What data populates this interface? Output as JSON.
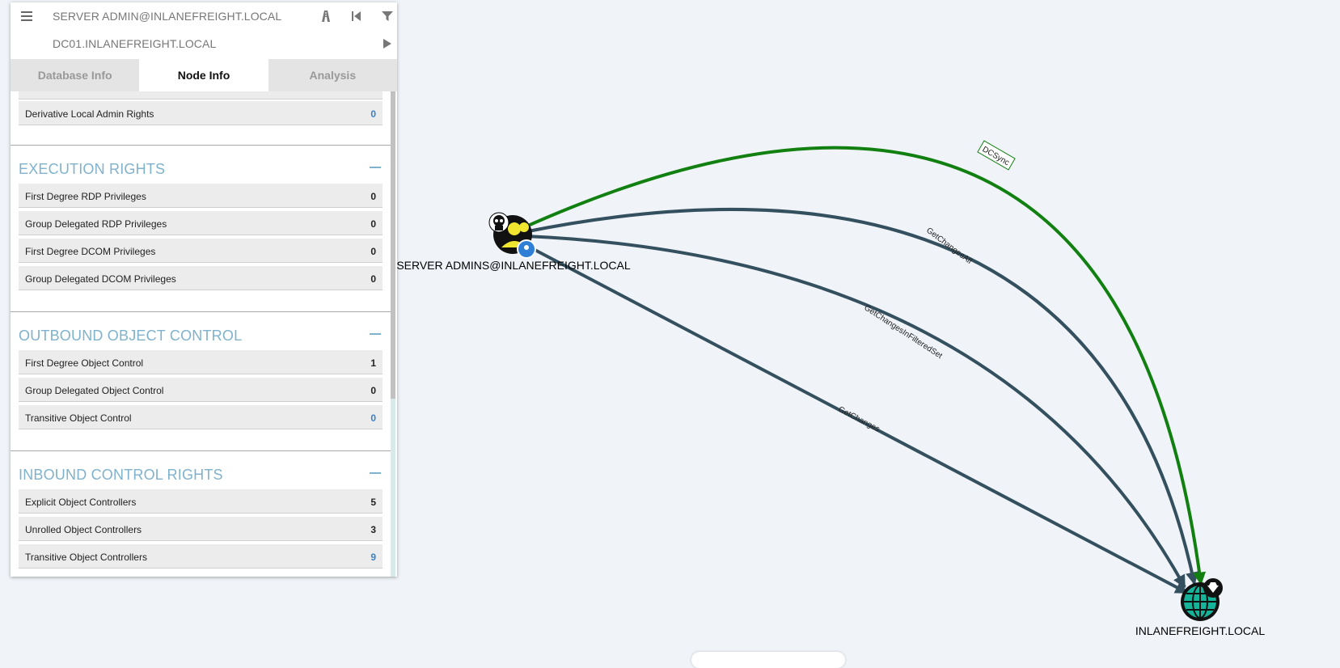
{
  "search": {
    "start_node": "SERVER ADMIN@INLANEFREIGHT.LOCAL",
    "target_node": "DC01.INLANEFREIGHT.LOCAL"
  },
  "tabs": [
    {
      "label": "Database Info",
      "active": false
    },
    {
      "label": "Node Info",
      "active": true
    },
    {
      "label": "Analysis",
      "active": false
    }
  ],
  "node_info": {
    "partial_row": {
      "label": "Derivative Local Admin Rights",
      "value": "0"
    },
    "sections": [
      {
        "title": "EXECUTION RIGHTS",
        "rows": [
          {
            "label": "First Degree RDP Privileges",
            "value": "0"
          },
          {
            "label": "Group Delegated RDP Privileges",
            "value": "0"
          },
          {
            "label": "First Degree DCOM Privileges",
            "value": "0"
          },
          {
            "label": "Group Delegated DCOM Privileges",
            "value": "0"
          }
        ]
      },
      {
        "title": "OUTBOUND OBJECT CONTROL",
        "rows": [
          {
            "label": "First Degree Object Control",
            "value": "1"
          },
          {
            "label": "Group Delegated Object Control",
            "value": "0"
          },
          {
            "label": "Transitive Object Control",
            "value": "0"
          }
        ]
      },
      {
        "title": "INBOUND CONTROL RIGHTS",
        "rows": [
          {
            "label": "Explicit Object Controllers",
            "value": "5"
          },
          {
            "label": "Unrolled Object Controllers",
            "value": "3"
          },
          {
            "label": "Transitive Object Controllers",
            "value": "9"
          }
        ]
      }
    ]
  },
  "graph": {
    "nodes": [
      {
        "label": "SERVER ADMINS@INLANEFREIGHT.LOCAL",
        "type": "group",
        "icon": "group-icon",
        "badges": [
          "skull-icon",
          "location-pin-icon"
        ]
      },
      {
        "label": "INLANEFREIGHT.LOCAL",
        "type": "domain",
        "icon": "globe-icon",
        "badges": [
          "gem-icon"
        ]
      }
    ],
    "edges": [
      {
        "label": "DCSync",
        "color": "#118011"
      },
      {
        "label": "GetChangesAll",
        "color": "#34505f"
      },
      {
        "label": "GetChangesInFilteredSet",
        "color": "#34505f"
      },
      {
        "label": "GetChanges",
        "color": "#34505f"
      }
    ]
  },
  "colors": {
    "background": "#f0f4f9",
    "section_title": "#7fb2cc",
    "link_value": "#3b82c4",
    "group_node": "#f0e62f",
    "domain_node": "#16b39b"
  }
}
